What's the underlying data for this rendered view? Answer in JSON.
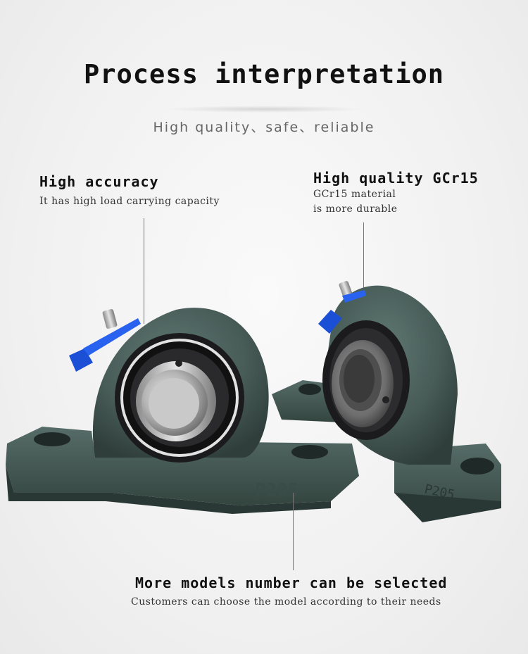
{
  "title": "Process interpretation",
  "subtitle": "High quality、safe、reliable",
  "callouts": {
    "accuracy": {
      "heading": "High accuracy",
      "description": "It has high load carrying capacity"
    },
    "material": {
      "heading": "High quality GCr15",
      "description_line1": "GCr15 material",
      "description_line2": "is more durable"
    },
    "models": {
      "heading": "More models number can be selected",
      "description": "Customers can choose the model according to their needs"
    }
  },
  "product": {
    "model_marking_front": "P205",
    "model_marking_back": "P205",
    "housing_color": "#4a5f5b",
    "insert_color": "#1b1b1d",
    "bore_color": "#b9b9b9",
    "grease_cap_color": "#1a4fd6"
  }
}
